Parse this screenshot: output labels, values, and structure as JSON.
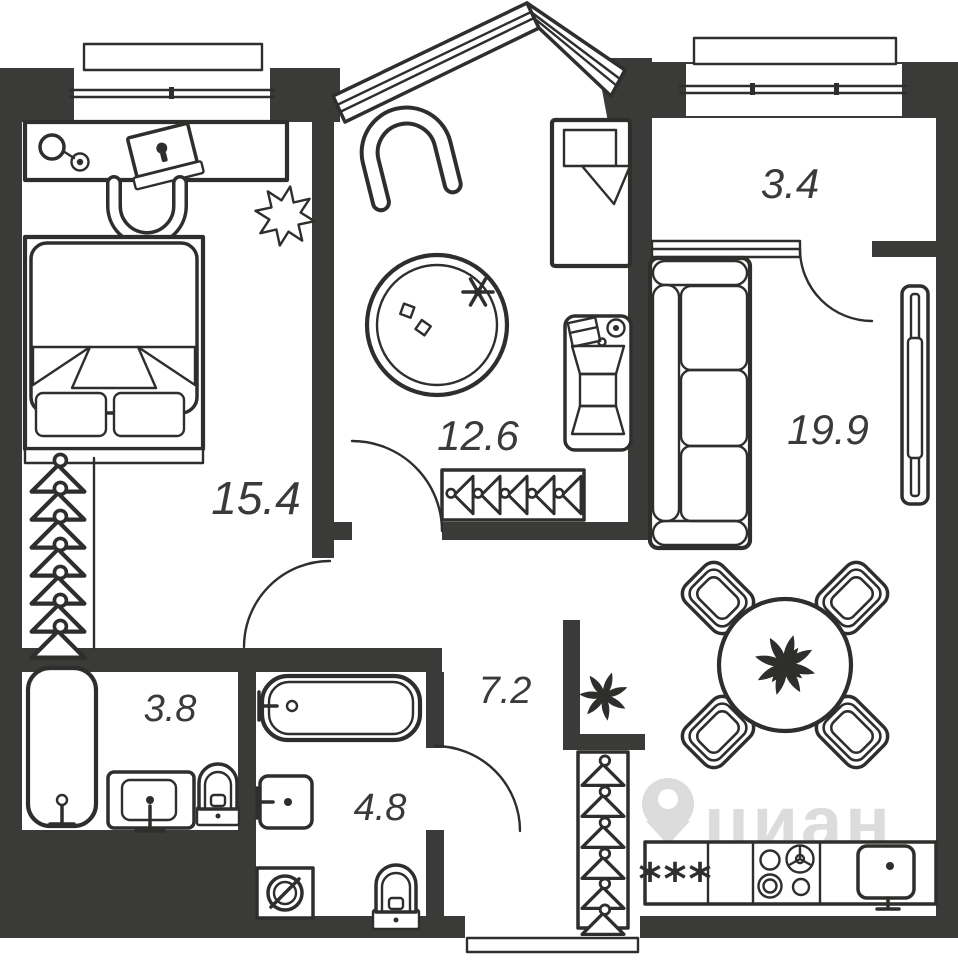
{
  "colors": {
    "wall": "#3a3a38",
    "line": "#2e2e2c",
    "background": "#ffffff",
    "watermark": "#dcdcdc"
  },
  "rooms": [
    {
      "id": "bedroom",
      "area_label": "15.4"
    },
    {
      "id": "nursery",
      "area_label": "12.6"
    },
    {
      "id": "balcony",
      "area_label": "3.4"
    },
    {
      "id": "living-kitchen",
      "area_label": "19.9"
    },
    {
      "id": "hallway",
      "area_label": "7.2"
    },
    {
      "id": "bathroom-small",
      "area_label": "3.8"
    },
    {
      "id": "bathroom-large",
      "area_label": "4.8"
    }
  ],
  "kitchen": {
    "fridge_marking": "***"
  },
  "watermark": {
    "text": "циан"
  }
}
